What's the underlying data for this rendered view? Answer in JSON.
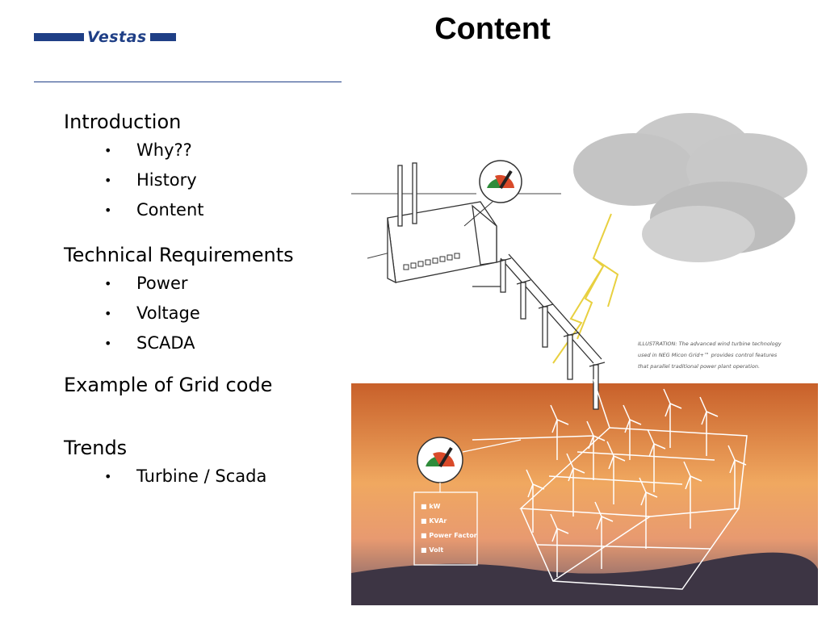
{
  "logo": {
    "text": "Vestas"
  },
  "slide": {
    "title": "Content"
  },
  "outline": [
    {
      "heading": "Introduction",
      "items": [
        "Why??",
        "History",
        "Content"
      ]
    },
    {
      "heading": "Technical Requirements",
      "items": [
        "Power",
        "Voltage",
        "SCADA"
      ]
    },
    {
      "heading": "Example of Grid code",
      "items": []
    },
    {
      "heading": "Trends",
      "items": [
        "Turbine / Scada"
      ]
    }
  ],
  "illustration": {
    "caption_lines": [
      "ILLUSTRATION: The advanced wind turbine technology",
      "used in NEG Micon Grid+™ provides control features",
      "that parallel traditional power plant operation."
    ],
    "legend_items": [
      "kW",
      "KVAr",
      "Power Factor",
      "Volt"
    ]
  },
  "colors": {
    "brand": "#1f3f86",
    "sky_top": "#d26a2a",
    "sky_bottom": "#f2b070"
  }
}
